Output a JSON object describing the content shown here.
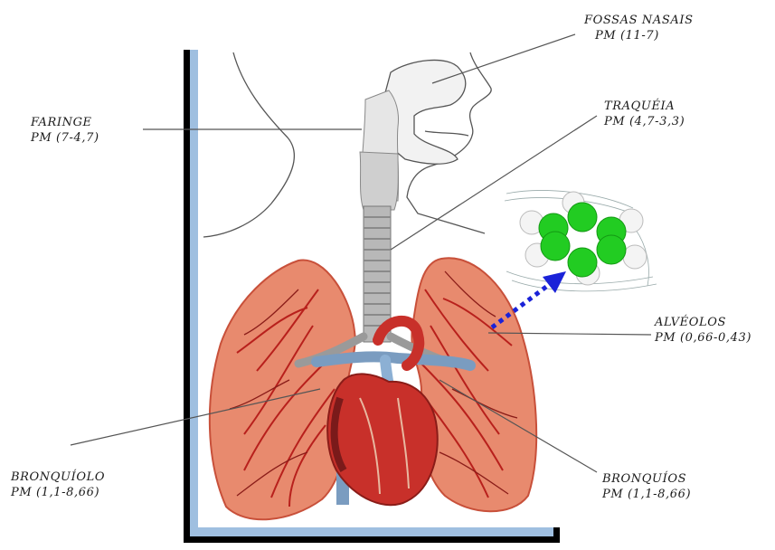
{
  "labels": {
    "fossas_nasais": {
      "name": "FOSSAS NASAIS",
      "pm": "PM (11-7)"
    },
    "faringe": {
      "name": "FARINGE",
      "pm": "PM (7-4,7)"
    },
    "traqueia": {
      "name": "TRAQUÉIA",
      "pm": "PM (4,7-3,3)"
    },
    "alveolos": {
      "name": "ALVÉOLOS",
      "pm": "PM (0,66-0,43)"
    },
    "bronquiolo": {
      "name": "BRONQUÍOLO",
      "pm": "PM (1,1-8,66)"
    },
    "bronquios": {
      "name": "BRONQUÍOS",
      "pm": "PM (1,1-8,66)"
    }
  },
  "colors": {
    "lung": "#e88a6e",
    "lung_dark": "#c8503a",
    "vessel": "#b8201c",
    "heart": "#c8302a",
    "vein_blue": "#7a9cc0",
    "trachea": "#b8b8b8",
    "molecule_carbon": "#22cc22",
    "molecule_hydrogen": "#f4f4f4",
    "arrow": "#1a22d8",
    "frame_blue": "#9fbfe0",
    "frame_black": "#000000"
  }
}
